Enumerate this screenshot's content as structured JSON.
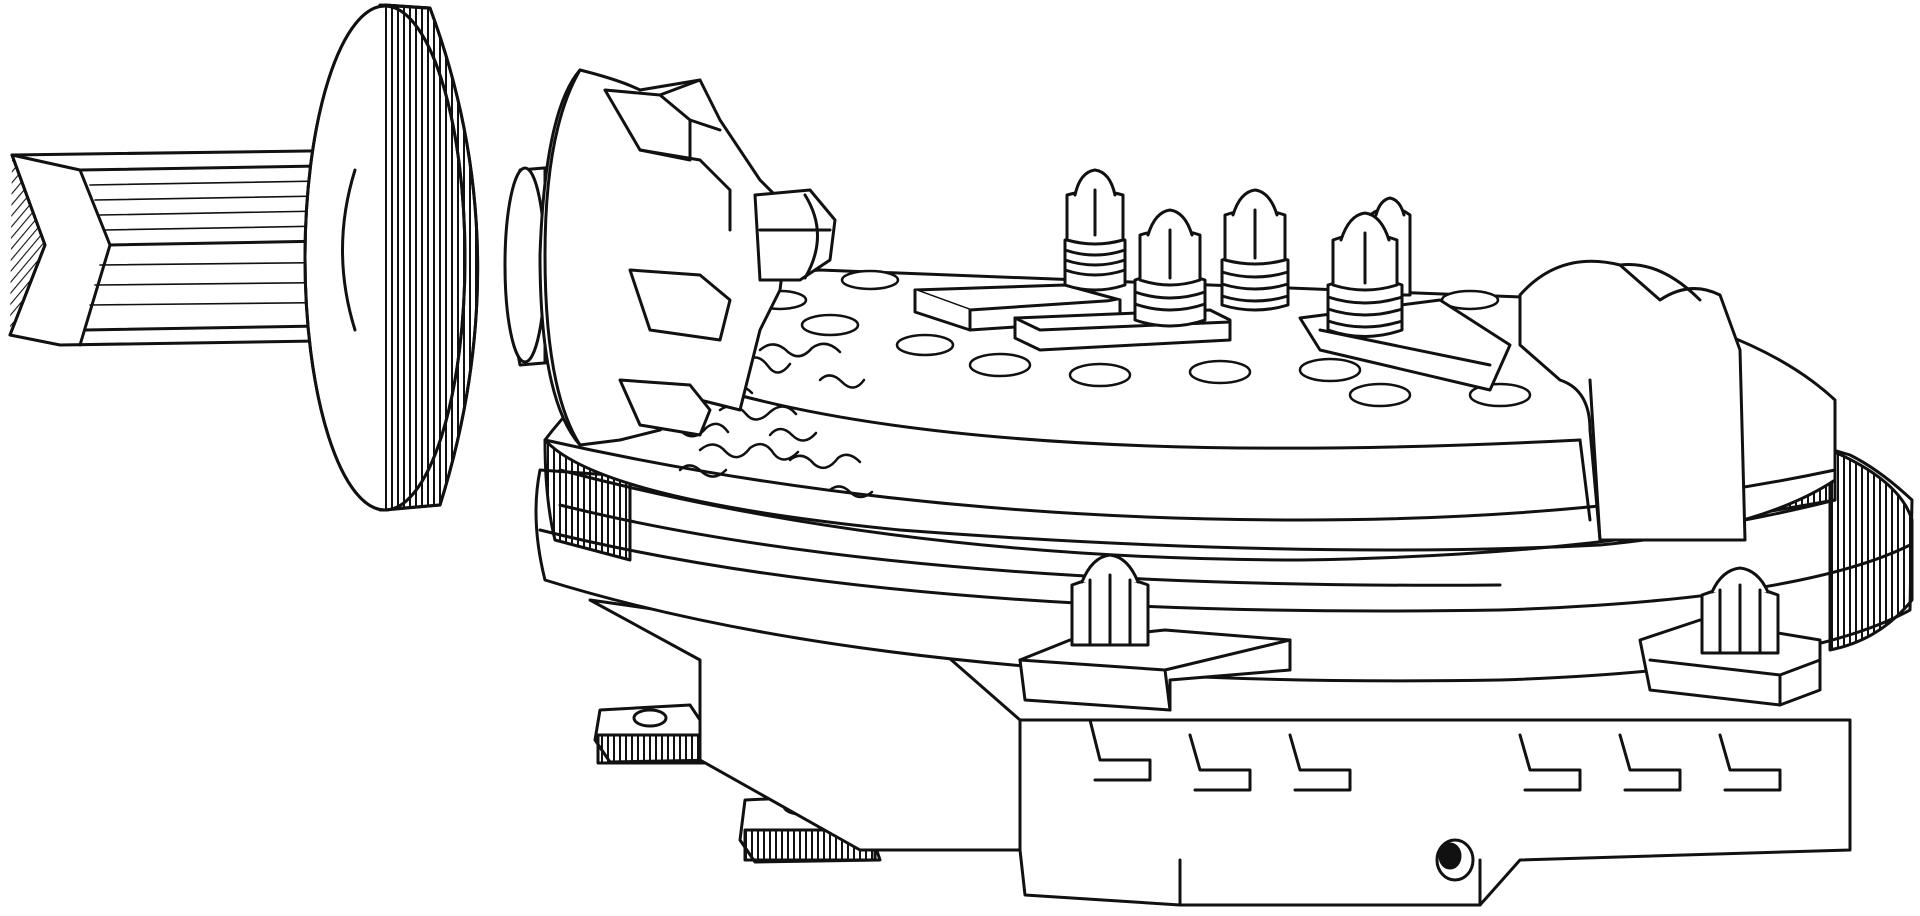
{
  "image": {
    "kind": "engraving-illustration",
    "subject_parts": [
      "cutter-arbor",
      "collar",
      "milling-cutter",
      "rotary-table",
      "work-pieces",
      "clamp-bolts",
      "base",
      "chips"
    ],
    "colors": {
      "ink": "#111111",
      "paper": "#ffffff"
    }
  }
}
